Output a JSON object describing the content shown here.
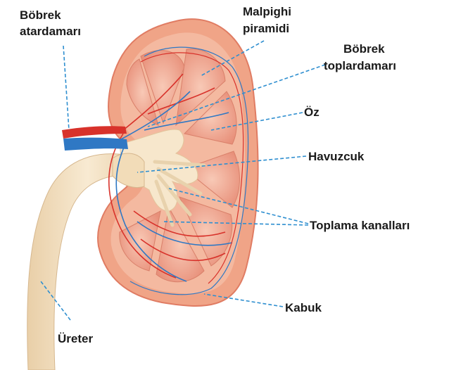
{
  "labels": {
    "renal_artery": [
      "Böbrek",
      "atardamarı"
    ],
    "malpighi_pyramid": [
      "Malpighi",
      "piramidi"
    ],
    "renal_vein": [
      "Böbrek",
      "toplardamarı"
    ],
    "medulla": "Öz",
    "pelvis": "Havuzcuk",
    "collecting_ducts": "Toplama kanalları",
    "cortex": "Kabuk",
    "ureter": "Üreter"
  },
  "colors": {
    "capsule": "#f0a487",
    "cortex": "#f3b49a",
    "pyramid": "#ec9a80",
    "pelvis": "#f6e5c8",
    "ureter": "#f2dfc0",
    "artery": "#d8322b",
    "vein": "#2f78c4",
    "leader": "#2f8fd0"
  }
}
